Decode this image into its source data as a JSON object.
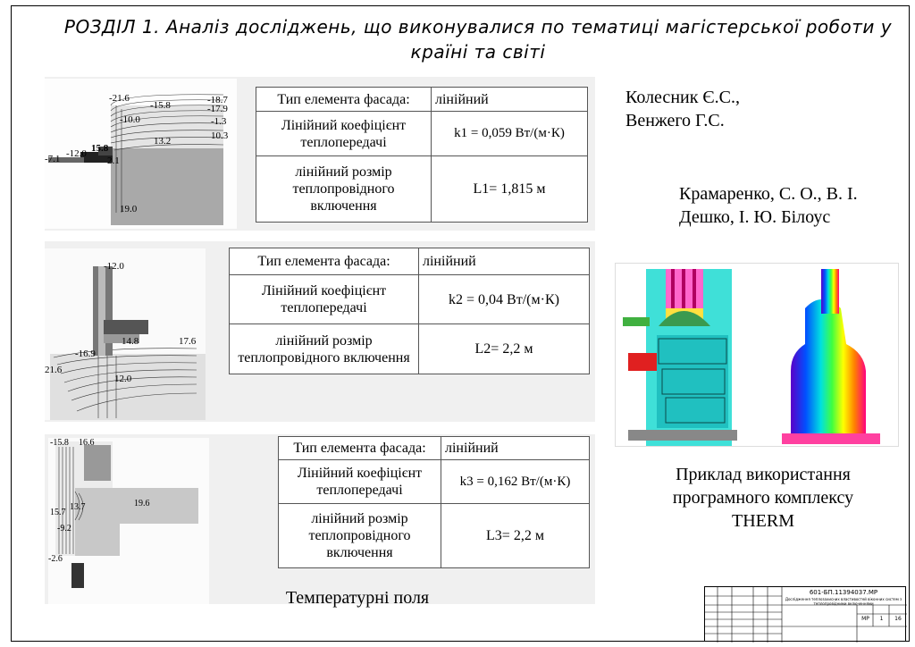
{
  "title": "РОЗДІЛ 1. Аналіз досліджень, що виконувалися по тематиці магістерської роботи у країні та світі",
  "panels": [
    {
      "labels": [
        "-21.6",
        "-15.8",
        "-18.7",
        "-17.9",
        "-10.0",
        "-1.3",
        "13.2",
        "10.3",
        "-12.0",
        "-7.1",
        "15.8",
        "2.1",
        "19.0"
      ],
      "table": {
        "row1_label": "Тип елемента фасада:",
        "row1_value": "лінійний",
        "row2_label": "Лінійний коефіцієнт теплопередачі",
        "row2_value": "k1 = 0,059 Вт/(м·К)",
        "row3_label": "лінійний розмір теплопровідного включення",
        "row3_value": "L1= 1,815 м"
      }
    },
    {
      "labels": [
        "-12.0",
        "-16.9",
        "14.8",
        "17.6",
        "21.6",
        "12.0"
      ],
      "table": {
        "row1_label": "Тип елемента фасада:",
        "row1_value": "лінійний",
        "row2_label": "Лінійний коефіцієнт теплопередачі",
        "row2_value": "k2 = 0,04 Вт/(м·К)",
        "row3_label": "лінійний розмір теплопровідного включення",
        "row3_value": "L2= 2,2 м"
      }
    },
    {
      "labels": [
        "-15.8",
        "16.6",
        "19.6",
        "13.7",
        "15.7",
        "-9.2",
        "-2.6"
      ],
      "table": {
        "row1_label": "Тип елемента фасада:",
        "row1_value": "лінійний",
        "row2_label": "Лінійний коефіцієнт теплопередачі",
        "row2_value": "k3 = 0,162 Вт/(м·К)",
        "row3_label": "лінійний розмір теплопровідного включення",
        "row3_value": "L3= 2,2 м"
      }
    }
  ],
  "authors": {
    "first": "Колесник Є.С., Венжего Г.С.",
    "second": "Крамаренко, С. О., В. І. Дешко, І. Ю. Білоус"
  },
  "therm_caption": "Приклад використання програмного комплексу THERM",
  "temperature_caption": "Температурні поля",
  "stamp": {
    "code": "601-БП.11394037.МР",
    "subtitle": "Дослідження теплозахисних властивостей віконних систем з теплопровідними включеннями",
    "sheet_label": "МР",
    "sheet": "1",
    "sheets": "16"
  }
}
